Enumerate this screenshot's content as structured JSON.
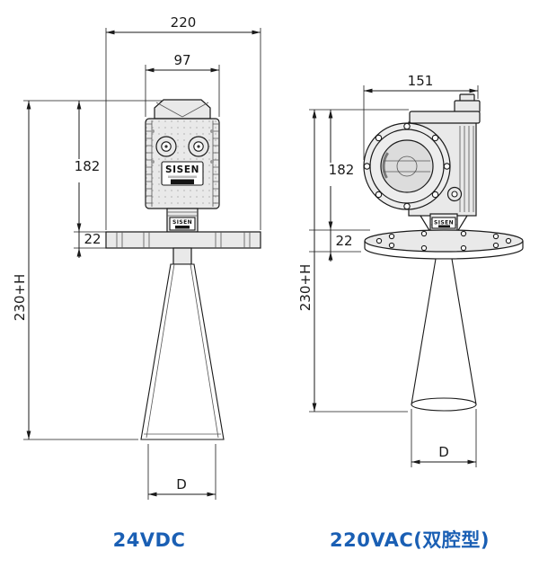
{
  "colors": {
    "caption": "#1a5fb4",
    "line": "#1a1a1a",
    "body_fill": "#e9e9e9"
  },
  "left_view": {
    "caption": "24VDC",
    "brand": "SISEN",
    "dimensions": {
      "flange_width": "220",
      "housing_width": "97",
      "housing_height": "182",
      "flange_thickness": "22",
      "height_to_horn": "230+H",
      "horn_diameter": "D"
    }
  },
  "right_view": {
    "caption": "220VAC(双腔型)",
    "brand": "SISEN",
    "dimensions": {
      "housing_width": "151",
      "housing_height": "182",
      "flange_thickness": "22",
      "height_to_horn": "230+H",
      "horn_diameter": "D"
    }
  }
}
